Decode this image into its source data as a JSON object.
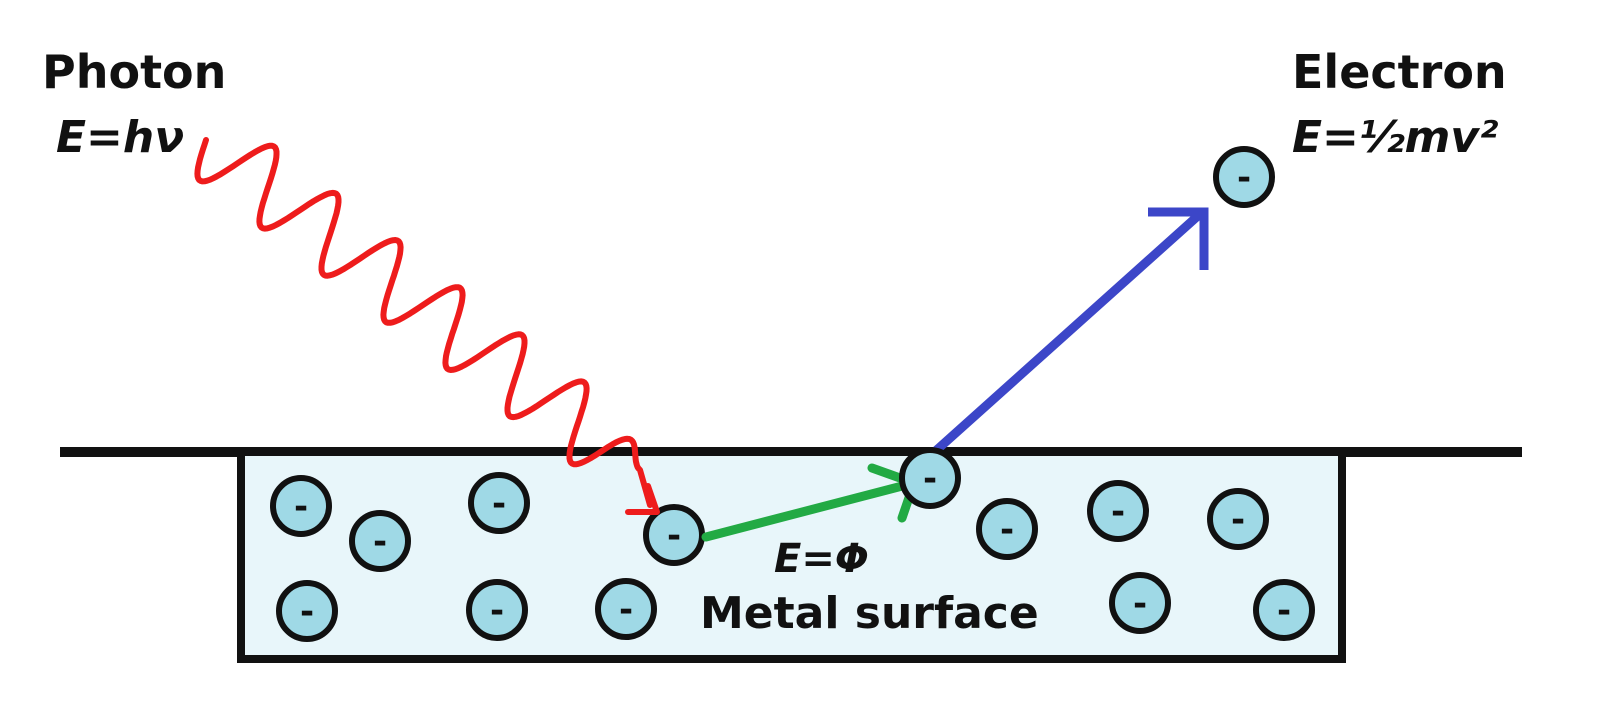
{
  "photon": {
    "title": "Photon",
    "equation": "E=hν",
    "color": "#ee1c1c"
  },
  "electron": {
    "title": "Electron",
    "equation": "E=½mv²",
    "arrow_color": "#3c46c8"
  },
  "work_function": {
    "equation": "E=Φ",
    "arrow_color": "#22aa44"
  },
  "metal": {
    "label": "Metal surface",
    "fill": "#e8f6fa",
    "electron_fill": "#9fd9e6",
    "electron_sign": "-"
  }
}
